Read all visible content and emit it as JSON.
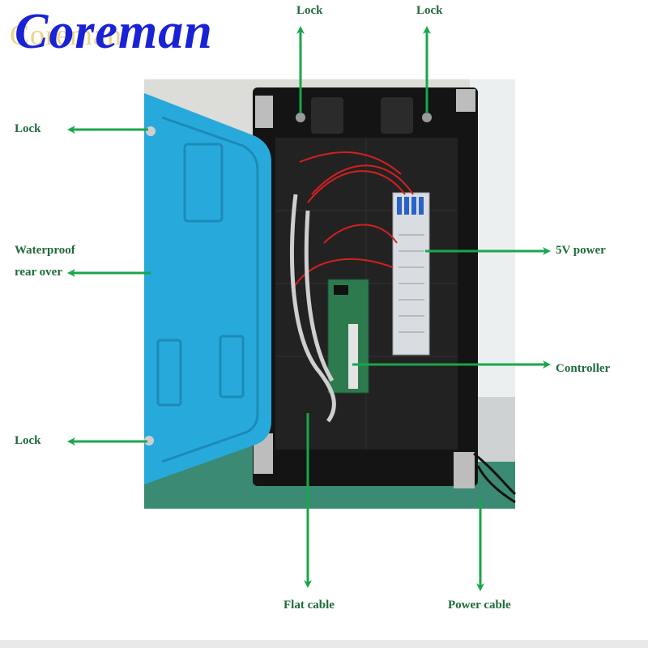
{
  "logo": {
    "text": "Coreman",
    "ghost_text": "Coreman"
  },
  "labels": {
    "lock_top_1": "Lock",
    "lock_top_2": "Lock",
    "lock_left_top": "Lock",
    "waterproof_line1": "Waterproof",
    "waterproof_line2": "rear over",
    "lock_left_bottom": "Lock",
    "power_5v": "5V power",
    "controller": "Controller",
    "flat_cable": "Flat cable",
    "power_cable": "Power cable"
  },
  "colors": {
    "arrow": "#1aa64a",
    "label": "#1e6b3a",
    "logo": "#1a22d6",
    "door": "#28a9dc",
    "cabinet": "#141414",
    "psu": "#d9dde2",
    "board": "#2d7a4f",
    "wire": "#d42020",
    "table": "#3a8a74"
  }
}
